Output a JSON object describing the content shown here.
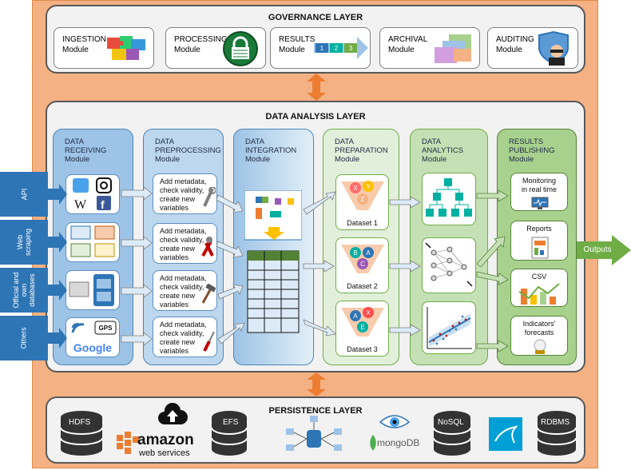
{
  "governance": {
    "title": "GOVERNANCE LAYER",
    "modules": [
      {
        "line1": "INGESTION",
        "line2": "Module"
      },
      {
        "line1": "PROCESSING",
        "line2": "Module"
      },
      {
        "line1": "RESULTS",
        "line2": "Module"
      },
      {
        "line1": "ARCHIVAL",
        "line2": "Module"
      },
      {
        "line1": "AUDITING",
        "line2": "Module"
      }
    ],
    "results_steps": [
      "1",
      "2",
      "3"
    ]
  },
  "analysis": {
    "title": "DATA ANALYSIS LAYER",
    "sources": [
      "API",
      "Web scraping",
      "Official and own databases",
      "Others"
    ],
    "columns": [
      {
        "line1": "DATA",
        "line2": "RECEIVING",
        "line3": "Module"
      },
      {
        "line1": "DATA",
        "line2": "PREPROCESSING",
        "line3": "Module"
      },
      {
        "line1": "DATA",
        "line2": "INTEGRATION",
        "line3": "Module"
      },
      {
        "line1": "DATA",
        "line2": "PREPARATION",
        "line3": "Module"
      },
      {
        "line1": "DATA",
        "line2": "ANALYTICS",
        "line3": "Module"
      },
      {
        "line1": "RESULTS",
        "line2": "PUBLISHING",
        "line3": "Module"
      }
    ],
    "preprocess_text": [
      "Add metadata,",
      "check validity,",
      "create new",
      "variables"
    ],
    "gps_label": "GPS",
    "google_label": "Google",
    "datasets": [
      {
        "label": "Dataset 1",
        "letters": [
          "X",
          "Y",
          "Z"
        ]
      },
      {
        "label": "Dataset 2",
        "letters": [
          "B",
          "A",
          "C"
        ]
      },
      {
        "label": "Dataset 3",
        "letters": [
          "A",
          "X",
          "E"
        ]
      }
    ],
    "outputs": [
      {
        "line1": "Monitoring",
        "line2": "in real time"
      },
      {
        "line1": "Reports",
        "line2": ""
      },
      {
        "line1": "CSV",
        "line2": ""
      },
      {
        "line1": "Indicators'",
        "line2": "forecasts"
      }
    ],
    "outputs_arrow": "Outputs"
  },
  "persistence": {
    "title": "PERSISTENCE LAYER",
    "hdfs": "HDFS",
    "amazon": "amazon",
    "web_services": "web services",
    "efs": "EFS",
    "mongodb": "mongoDB",
    "nosql": "NoSQL",
    "rdbms": "RDBMS"
  },
  "colors": {
    "outer": "#f4b183",
    "orange_arrow": "#ed7d31",
    "source_blue": "#2e75b6",
    "output_green": "#70ad47"
  }
}
